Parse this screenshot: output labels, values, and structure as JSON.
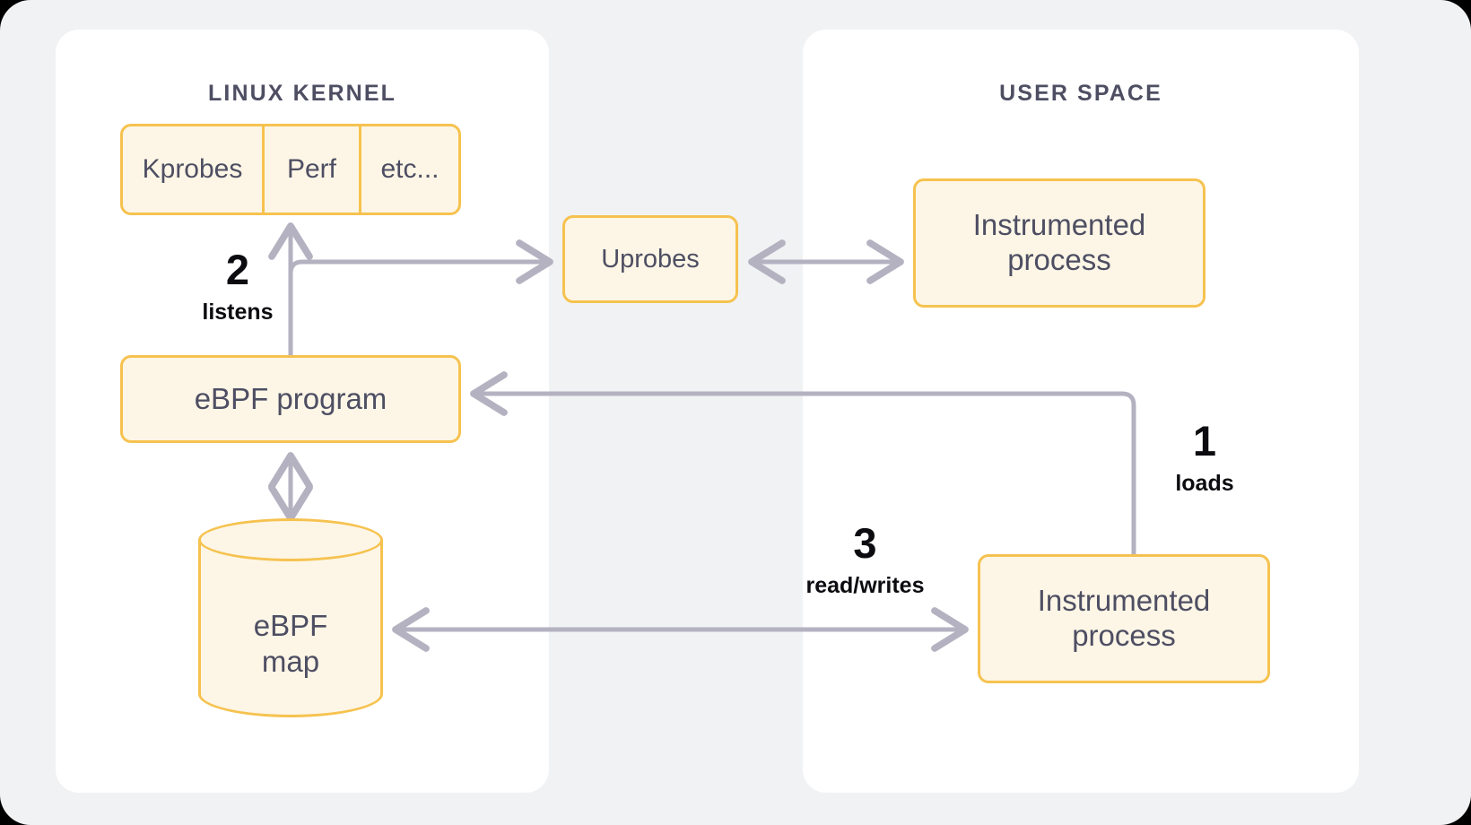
{
  "diagram": {
    "panels": [
      {
        "id": "linux-kernel",
        "title": "LINUX KERNEL"
      },
      {
        "id": "user-space",
        "title": "USER SPACE"
      }
    ],
    "nodes": {
      "probes": {
        "cells": [
          "Kprobes",
          "Perf",
          "etc..."
        ]
      },
      "ebpf_program": {
        "label": "eBPF program"
      },
      "uprobes": {
        "label": "Uprobes"
      },
      "instrumented_top": {
        "line1": "Instrumented",
        "line2": "process"
      },
      "instrumented_bottom": {
        "line1": "Instrumented",
        "line2": "process"
      },
      "ebpf_map": {
        "line1": "eBPF",
        "line2": "map"
      }
    },
    "steps": [
      {
        "number": "1",
        "label": "loads"
      },
      {
        "number": "2",
        "label": "listens"
      },
      {
        "number": "3",
        "label": "read/writes"
      }
    ],
    "colors": {
      "page_background": "#f1f2f4",
      "panel_background": "#ffffff",
      "node_fill": "#fdf6e6",
      "node_border": "#f6c24f",
      "node_text": "#4e4e63",
      "panel_title_text": "#4e4e63",
      "step_text": "#0c0c10",
      "edge_line": "#b4b2c1"
    }
  }
}
